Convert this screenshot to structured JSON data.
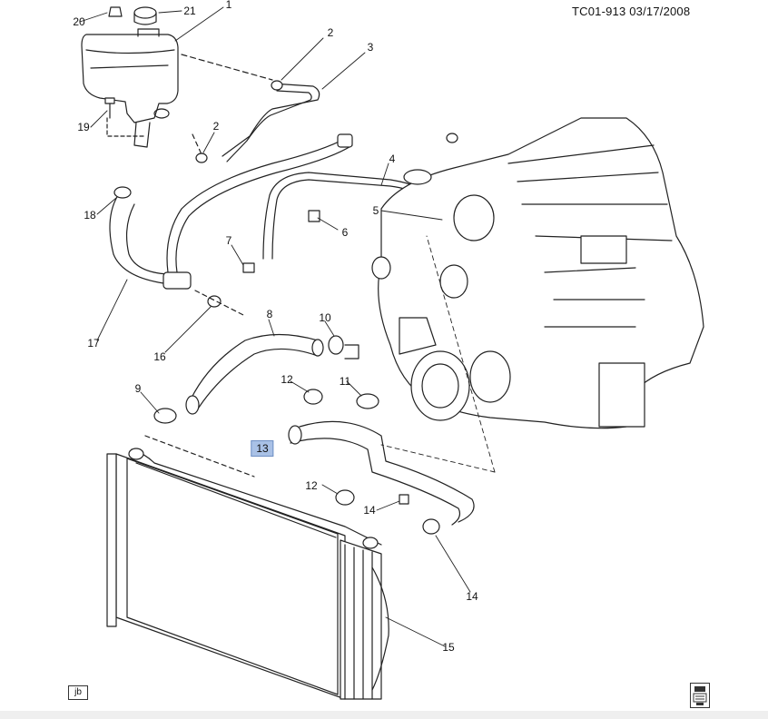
{
  "header": {
    "doc_id": "TC01-913  03/17/2008"
  },
  "callouts": [
    {
      "id": "c1",
      "label": "1"
    },
    {
      "id": "c2a",
      "label": "2"
    },
    {
      "id": "c2b",
      "label": "2"
    },
    {
      "id": "c3",
      "label": "3"
    },
    {
      "id": "c4",
      "label": "4"
    },
    {
      "id": "c5",
      "label": "5"
    },
    {
      "id": "c6",
      "label": "6"
    },
    {
      "id": "c7",
      "label": "7"
    },
    {
      "id": "c8",
      "label": "8"
    },
    {
      "id": "c9",
      "label": "9"
    },
    {
      "id": "c10",
      "label": "10"
    },
    {
      "id": "c11",
      "label": "11"
    },
    {
      "id": "c12a",
      "label": "12"
    },
    {
      "id": "c12b",
      "label": "12"
    },
    {
      "id": "c13",
      "label": "13"
    },
    {
      "id": "c14a",
      "label": "14"
    },
    {
      "id": "c14b",
      "label": "14"
    },
    {
      "id": "c15",
      "label": "15"
    },
    {
      "id": "c16",
      "label": "16"
    },
    {
      "id": "c17",
      "label": "17"
    },
    {
      "id": "c18",
      "label": "18"
    },
    {
      "id": "c19",
      "label": "19"
    },
    {
      "id": "c20",
      "label": "20"
    },
    {
      "id": "c21",
      "label": "21"
    }
  ],
  "footer": {
    "jb_label": "jb"
  },
  "icons": {
    "corner": "pinned-document-icon"
  }
}
